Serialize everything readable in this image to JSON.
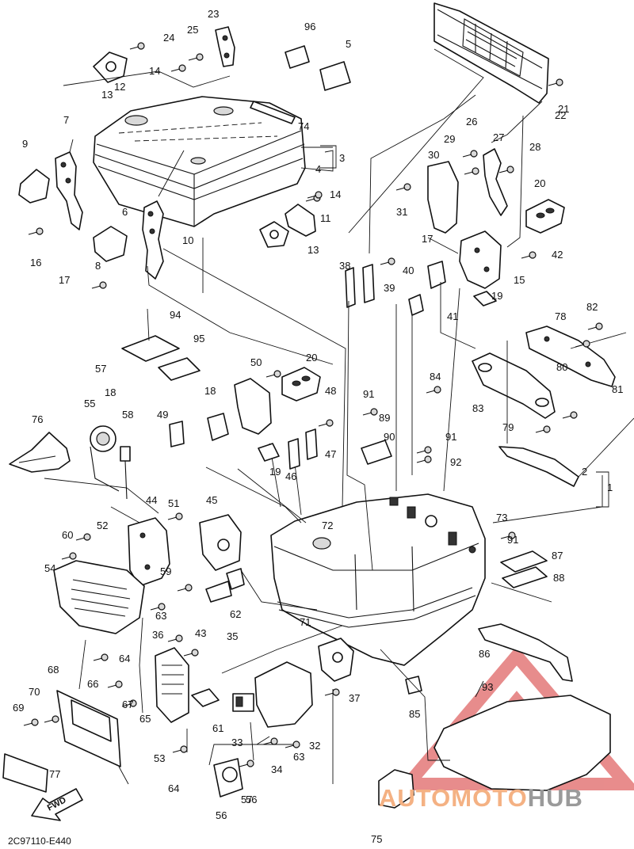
{
  "diagram": {
    "drawing_code": "2C97110-E440",
    "fwd_label": "FWD",
    "watermark": {
      "prefix": "AUTOMOTO",
      "suffix": "HUB",
      "prefix_color": "#f4b183",
      "suffix_color": "#9a9a9a",
      "logo_color": "#e06666"
    },
    "callouts": [
      "1",
      "2",
      "3",
      "4",
      "5",
      "6",
      "7",
      "8",
      "9",
      "10",
      "11",
      "12",
      "13",
      "13",
      "14",
      "14",
      "15",
      "16",
      "17",
      "17",
      "18",
      "18",
      "19",
      "19",
      "20",
      "20",
      "21",
      "22",
      "23",
      "24",
      "25",
      "26",
      "27",
      "28",
      "29",
      "30",
      "31",
      "32",
      "33",
      "34",
      "35",
      "36",
      "37",
      "38",
      "39",
      "40",
      "41",
      "42",
      "43",
      "44",
      "45",
      "46",
      "47",
      "48",
      "49",
      "50",
      "51",
      "52",
      "53",
      "54",
      "55",
      "56",
      "56",
      "57",
      "57",
      "58",
      "59",
      "60",
      "61",
      "62",
      "63",
      "63",
      "64",
      "64",
      "65",
      "66",
      "67",
      "68",
      "69",
      "70",
      "71",
      "72",
      "73",
      "74",
      "75",
      "76",
      "77",
      "78",
      "79",
      "80",
      "81",
      "82",
      "83",
      "84",
      "85",
      "86",
      "87",
      "88",
      "89",
      "90",
      "91",
      "91",
      "91",
      "92",
      "93",
      "94",
      "95",
      "96"
    ]
  }
}
